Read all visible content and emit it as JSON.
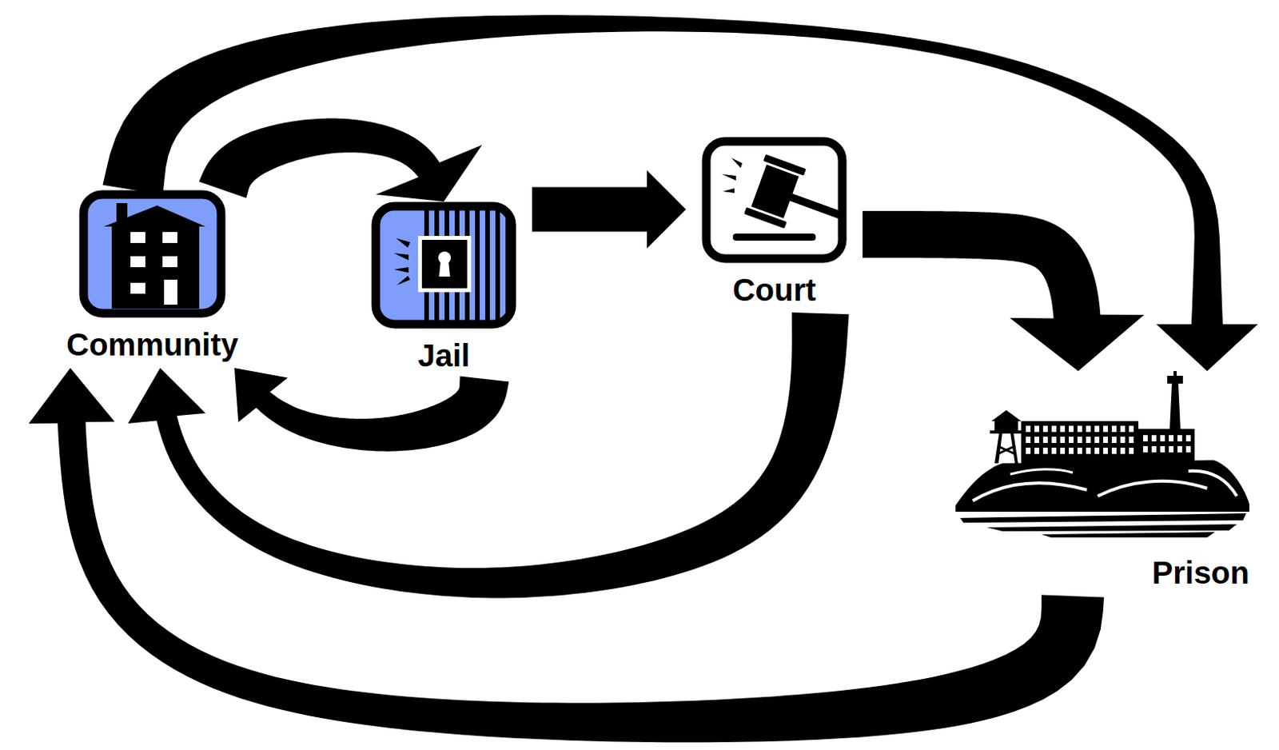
{
  "diagram": {
    "nodes": [
      {
        "text": [
          "Community"
        ]
      },
      {
        "text": [
          "Jail"
        ]
      },
      {
        "text": [
          "Court"
        ]
      },
      {
        "text": [
          "Prison"
        ]
      }
    ],
    "edges": [
      {
        "from": 0,
        "to": 1,
        "arrow": "to"
      },
      {
        "from": 1,
        "to": 2,
        "arrow": "to"
      },
      {
        "from": 2,
        "to": 3,
        "arrow": "to"
      },
      {
        "from": 0,
        "to": 3,
        "arrow": "to"
      },
      {
        "from": 1,
        "to": 0,
        "arrow": "to"
      },
      {
        "from": 2,
        "to": 0,
        "arrow": "to"
      },
      {
        "from": 3,
        "to": 0,
        "arrow": "to"
      }
    ]
  }
}
